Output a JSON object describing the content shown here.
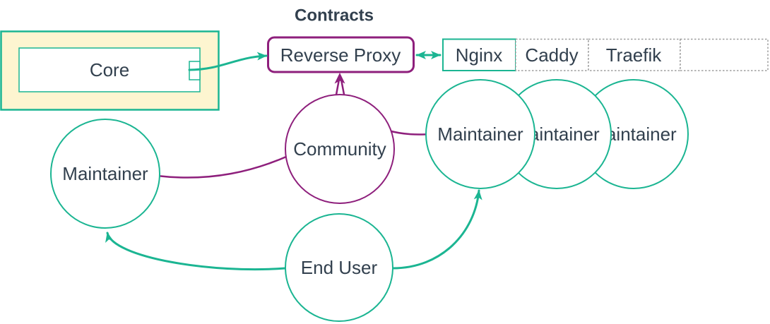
{
  "diagram": {
    "title": "Contracts",
    "colors": {
      "teal": "#1bb592",
      "purple": "#8e1f7c",
      "text": "#32404e",
      "cream": "#fdf5d0",
      "gray": "#9e9e9e"
    },
    "nodes": {
      "core": {
        "label": "Core"
      },
      "reverse_proxy": {
        "label": "Reverse Proxy"
      },
      "proxy_options": [
        {
          "label": "Nginx",
          "border": "solid-teal"
        },
        {
          "label": "Caddy",
          "border": "dotted"
        },
        {
          "label": "Traefik",
          "border": "dotted"
        },
        {
          "label": "",
          "border": "dotted"
        }
      ],
      "community": {
        "label": "Community"
      },
      "maintainer_left": {
        "label": "Maintainer"
      },
      "maintainers_right": [
        {
          "label": "Maintainer"
        },
        {
          "label": "Maintainer"
        },
        {
          "label": "Maintainer"
        }
      ],
      "end_user": {
        "label": "End User"
      }
    },
    "edges": [
      {
        "from": "Core",
        "to": "Reverse Proxy",
        "style": "arrow",
        "color": "teal"
      },
      {
        "from": "Reverse Proxy",
        "to": "Nginx",
        "style": "double-arrow",
        "color": "teal"
      },
      {
        "from": "Community",
        "to": "Reverse Proxy",
        "style": "arrow",
        "color": "purple"
      },
      {
        "from": "Community",
        "to": "Maintainer (left)",
        "style": "line",
        "color": "purple"
      },
      {
        "from": "Community",
        "to": "Maintainer (right)",
        "style": "line",
        "color": "purple"
      },
      {
        "from": "End User",
        "to": "Maintainer (left)",
        "style": "arrow",
        "color": "teal"
      },
      {
        "from": "End User",
        "to": "Maintainer (right)",
        "style": "arrow",
        "color": "teal"
      }
    ]
  }
}
